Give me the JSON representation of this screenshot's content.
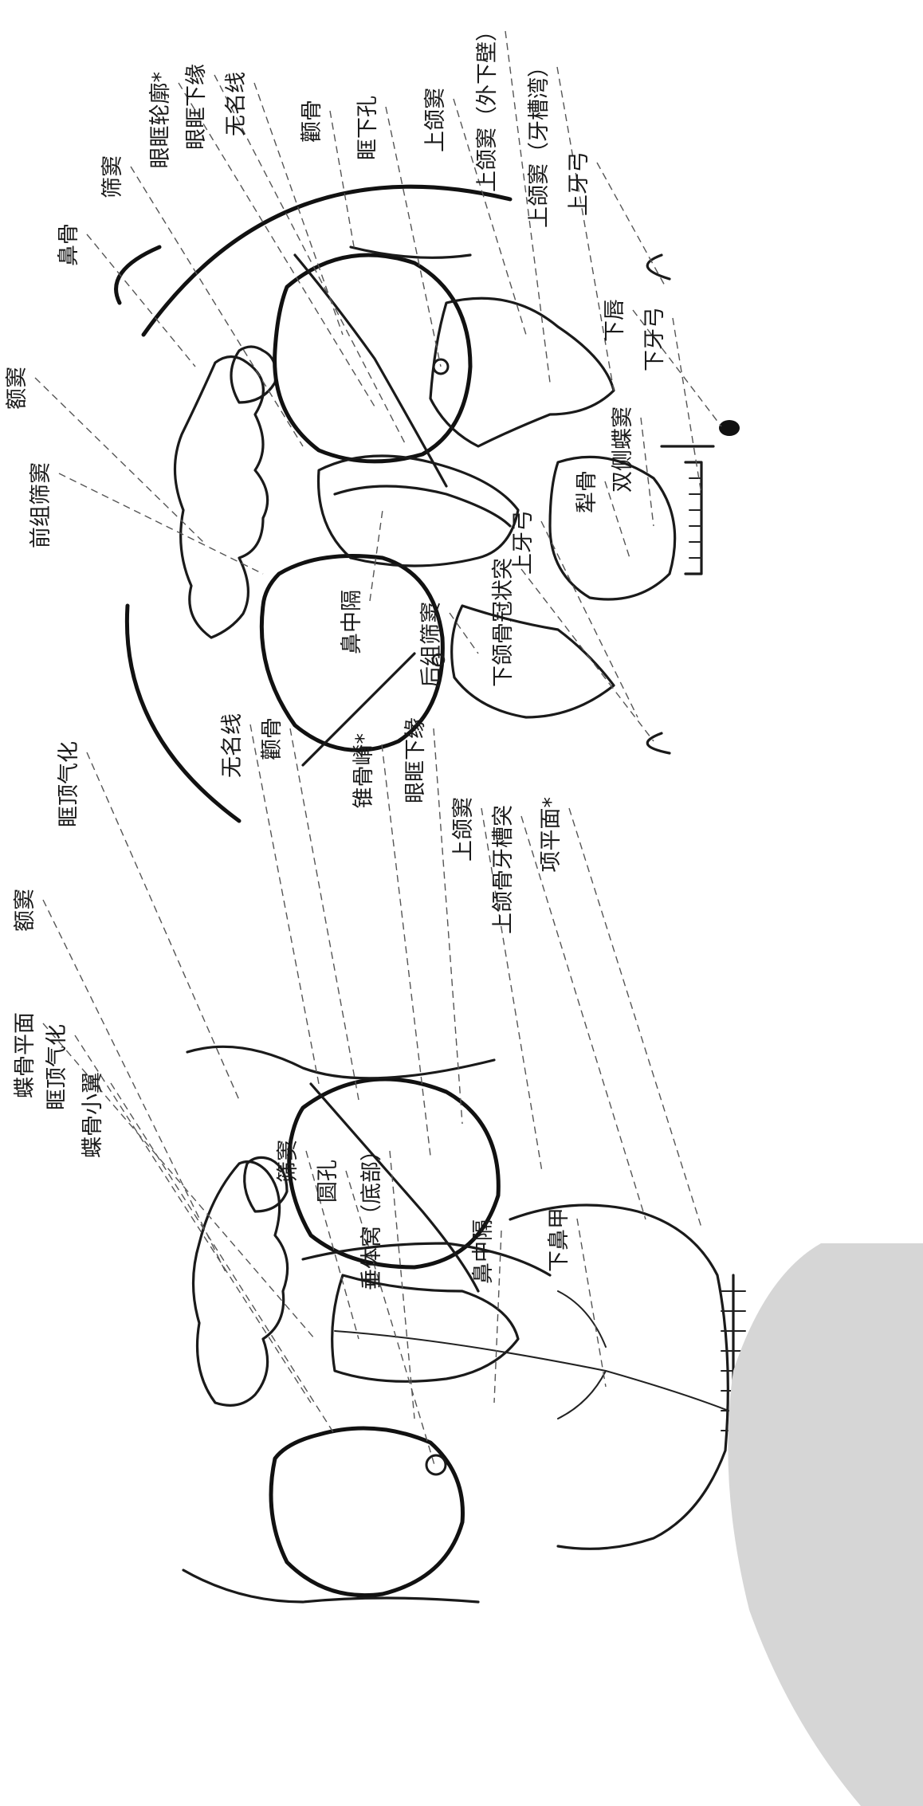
{
  "colors": {
    "ink": "#1a1a1a",
    "watermark_bg": "#d6d6d6",
    "background": "#ffffff"
  },
  "diagrams": [
    {
      "id": "top",
      "labels": {
        "frontal_sinus": "额窦",
        "nasal_bone": "鼻骨",
        "ethmoid_sinus": "筛窦",
        "orbital_rim": "眼眶轮廓*",
        "infraorbital_margin": "眼眶下缘",
        "innominate_line": "无名线",
        "zygomatic": "颧骨",
        "infraorbital_foramen": "眶下孔",
        "maxillary_sinus": "上颌窦",
        "maxillary_sinus_lateral": "上颌窦（外下壁）",
        "maxillary_sinus_alveolar": "上颌窦（牙槽湾）",
        "upper_dental_arch_right": "上牙弓",
        "lower_lip": "下唇",
        "lower_dental_arch": "下牙弓",
        "bilateral_sphenoid": "双侧蝶窦",
        "vomer": "犁骨",
        "upper_dental_arch_left": "上牙弓",
        "coronoid_process": "下颌骨冠状突",
        "posterior_ethmoid": "后组筛窦",
        "nasal_septum": "鼻中隔",
        "anterior_ethmoid": "前组筛窦"
      }
    },
    {
      "id": "bottom",
      "labels": {
        "orbital_roof_pneumatization": "眶顶气化",
        "frontal_sinus": "额窦",
        "sphenoid_plane": "蝶骨平面",
        "orbital_roof_pneumatization_2": "眶顶气化",
        "lesser_wing": "蝶骨小翼",
        "ethmoid_sinus": "筛窦",
        "foramen_rotundum": "圆孔",
        "pituitary_fossa": "垂体窝（底部）",
        "nasal_septum": "鼻中隔",
        "inferior_turbinate": "下鼻甲",
        "planum_nuchale": "项平面*",
        "alveolar_process": "上颌骨牙槽突",
        "maxillary_sinus": "上颌窦",
        "infraorbital_margin": "眼眶下缘",
        "petrous_ridge": "锥骨嵴*",
        "zygomatic": "颧骨",
        "innominate_line": "无名线"
      }
    }
  ]
}
